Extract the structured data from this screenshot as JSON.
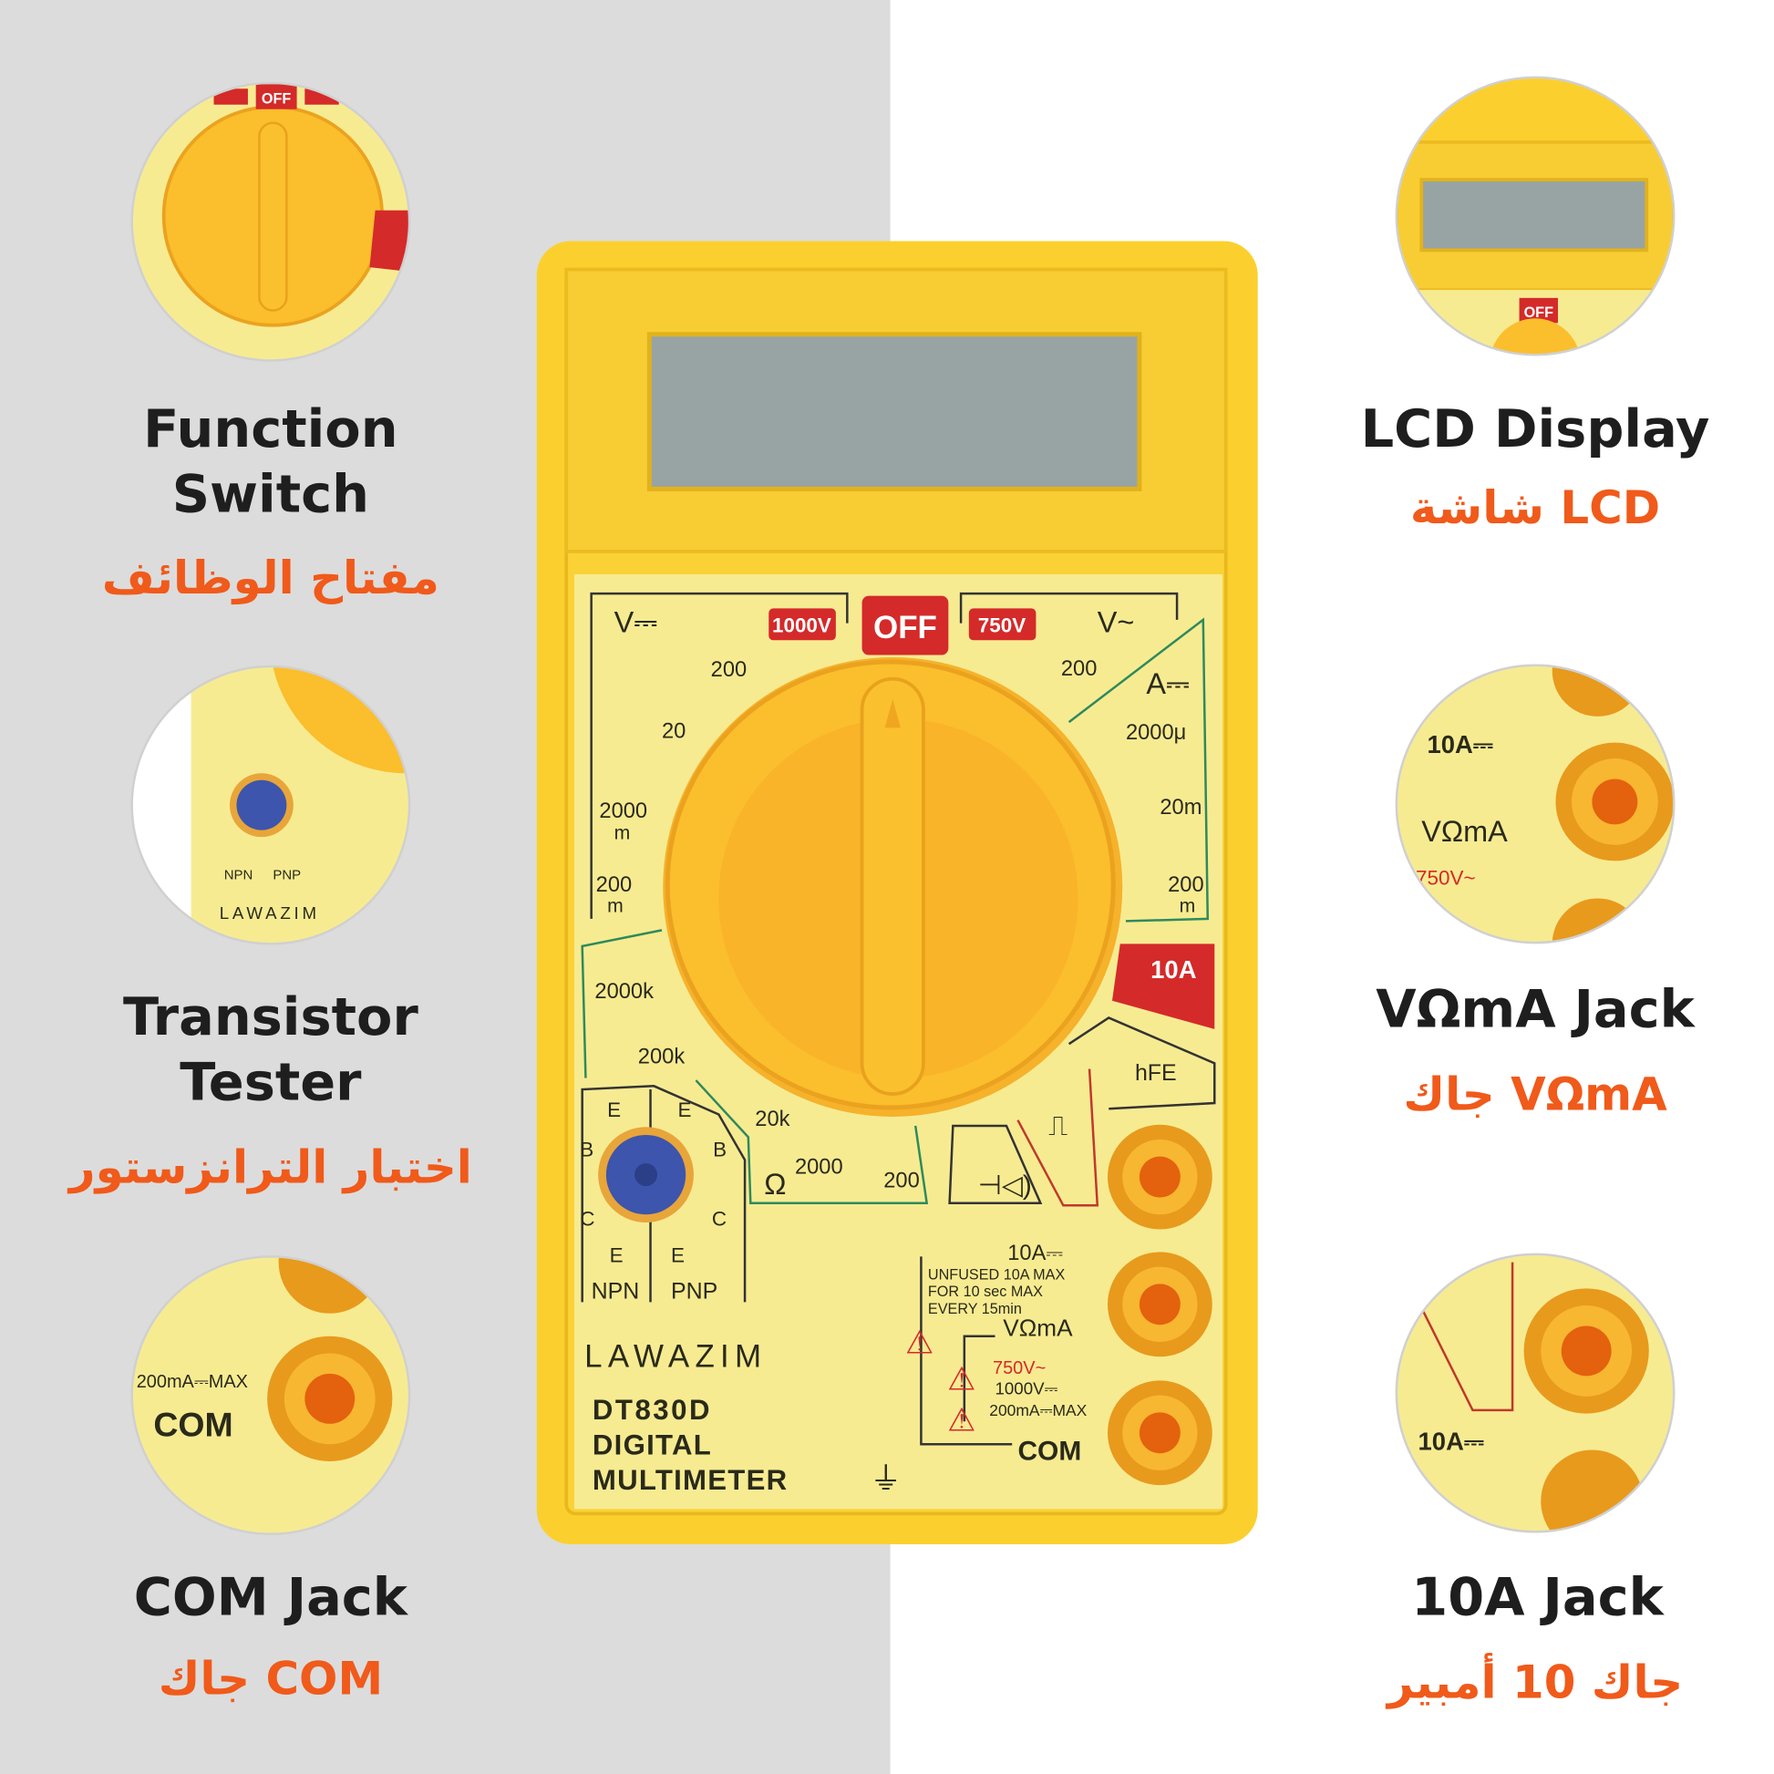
{
  "features": {
    "function_switch": {
      "title_line1": "Function",
      "title_line2": "Switch",
      "arabic": "مفتاح الوظائف"
    },
    "transistor_tester": {
      "title_line1": "Transistor",
      "title_line2": "Tester",
      "arabic": "اختبار الترانزستور"
    },
    "com_jack": {
      "title": "COM Jack",
      "arabic": "جاك COM"
    },
    "lcd_display": {
      "title": "LCD Display",
      "arabic": "شاشة LCD"
    },
    "voma_jack": {
      "title": "VΩmA Jack",
      "arabic": "جاك VΩmA"
    },
    "ten_a_jack": {
      "title": "10A Jack",
      "arabic": "جاك 10 أمبير"
    }
  },
  "meter": {
    "brand": "LAWAZIM",
    "model": "DT830D",
    "line2": "DIGITAL",
    "line3": "MULTIMETER",
    "dial": {
      "vdc": "V⎓",
      "v1000": "1000V",
      "off": "OFF",
      "v750": "750V",
      "vac": "V~",
      "vdc200": "200",
      "vdc20": "20",
      "vdc2000m": "2000",
      "m1": "m",
      "vdc200m": "200",
      "m2": "m",
      "vac200": "200",
      "adc": "A⎓",
      "a2000u": "2000μ",
      "a20m": "20m",
      "a200": "200",
      "m3": "m",
      "a10": "10A",
      "hfe": "hFE",
      "r2000k": "2000k",
      "r200k": "200k",
      "r20k": "20k",
      "ohm": "Ω",
      "r2000": "2000",
      "r200": "200"
    },
    "socket": {
      "e": "E",
      "b": "B",
      "c": "C",
      "npn": "NPN",
      "pnp": "PNP"
    },
    "jacks": {
      "ten_a": "10A⎓",
      "unfused": "UNFUSED 10A MAX",
      "for10": "FOR 10 sec MAX",
      "every": "EVERY 15min",
      "voma": "VΩmA",
      "v750": "750V~",
      "v1000": "1000V⎓",
      "ma200": "200mA⎓MAX",
      "com": "COM"
    }
  },
  "colors": {
    "accent": "#f05a1a",
    "body": "#fbd02e",
    "face": "#f7eb92",
    "knob": "#fbb72b",
    "red": "#d42a2a",
    "lcd": "#98a4a4"
  }
}
